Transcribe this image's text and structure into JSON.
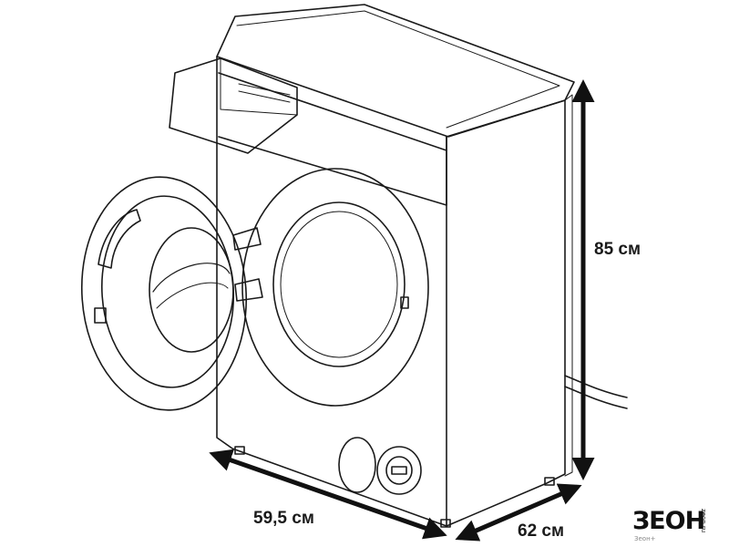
{
  "dimensions": {
    "height": "85 см",
    "width": "59,5 см",
    "depth": "62 см"
  },
  "logo": {
    "main": "ЗЕОН",
    "side": "zeon.ru",
    "sub": "Зеон+"
  },
  "colors": {
    "line": "#1a1a1a",
    "arrow": "#111111",
    "background": "#ffffff"
  }
}
